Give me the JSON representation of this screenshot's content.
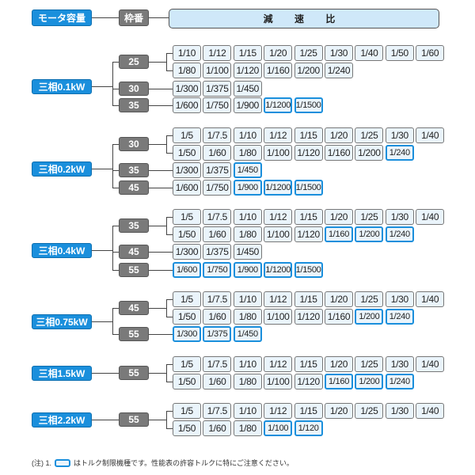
{
  "header": {
    "motor": "モータ容量",
    "frame": "枠番",
    "ratio": "減 速 比"
  },
  "colors": {
    "motor": "#1a8fdc",
    "frame": "#7a7a7a",
    "cell": "#eaf4fb",
    "limited_border": "#1a8fdc",
    "header": "#cfe8f9"
  },
  "groups": [
    {
      "motor": "三相0.1kW",
      "frames": [
        {
          "frame": "25",
          "rows": [
            [
              "1/10",
              "1/12",
              "1/15",
              "1/20",
              "1/25",
              "1/30",
              "1/40",
              "1/50",
              "1/60"
            ],
            [
              "1/80",
              "1/100",
              "1/120",
              "1/160",
              "1/200",
              "1/240"
            ]
          ],
          "limited": []
        },
        {
          "frame": "30",
          "rows": [
            [
              "1/300",
              "1/375",
              "1/450"
            ]
          ],
          "limited": []
        },
        {
          "frame": "35",
          "rows": [
            [
              "1/600",
              "1/750",
              "1/900",
              "1/1200",
              "1/1500"
            ]
          ],
          "limited": [
            "1/1200",
            "1/1500"
          ]
        }
      ]
    },
    {
      "motor": "三相0.2kW",
      "frames": [
        {
          "frame": "30",
          "rows": [
            [
              "1/5",
              "1/7.5",
              "1/10",
              "1/12",
              "1/15",
              "1/20",
              "1/25",
              "1/30",
              "1/40"
            ],
            [
              "1/50",
              "1/60",
              "1/80",
              "1/100",
              "1/120",
              "1/160",
              "1/200",
              "1/240"
            ]
          ],
          "limited": [
            "1/240"
          ]
        },
        {
          "frame": "35",
          "rows": [
            [
              "1/300",
              "1/375",
              "1/450"
            ]
          ],
          "limited": [
            "1/450"
          ]
        },
        {
          "frame": "45",
          "rows": [
            [
              "1/600",
              "1/750",
              "1/900",
              "1/1200",
              "1/1500"
            ]
          ],
          "limited": [
            "1/900",
            "1/1200",
            "1/1500"
          ]
        }
      ]
    },
    {
      "motor": "三相0.4kW",
      "frames": [
        {
          "frame": "35",
          "rows": [
            [
              "1/5",
              "1/7.5",
              "1/10",
              "1/12",
              "1/15",
              "1/20",
              "1/25",
              "1/30",
              "1/40"
            ],
            [
              "1/50",
              "1/60",
              "1/80",
              "1/100",
              "1/120",
              "1/160",
              "1/200",
              "1/240"
            ]
          ],
          "limited": [
            "1/160",
            "1/200",
            "1/240"
          ]
        },
        {
          "frame": "45",
          "rows": [
            [
              "1/300",
              "1/375",
              "1/450"
            ]
          ],
          "limited": []
        },
        {
          "frame": "55",
          "rows": [
            [
              "1/600",
              "1/750",
              "1/900",
              "1/1200",
              "1/1500"
            ]
          ],
          "limited": [
            "1/600",
            "1/750",
            "1/900",
            "1/1200",
            "1/1500"
          ]
        }
      ]
    },
    {
      "motor": "三相0.75kW",
      "frames": [
        {
          "frame": "45",
          "rows": [
            [
              "1/5",
              "1/7.5",
              "1/10",
              "1/12",
              "1/15",
              "1/20",
              "1/25",
              "1/30",
              "1/40"
            ],
            [
              "1/50",
              "1/60",
              "1/80",
              "1/100",
              "1/120",
              "1/160",
              "1/200",
              "1/240"
            ]
          ],
          "limited": [
            "1/200",
            "1/240"
          ]
        },
        {
          "frame": "55",
          "rows": [
            [
              "1/300",
              "1/375",
              "1/450"
            ]
          ],
          "limited": [
            "1/300",
            "1/375",
            "1/450"
          ]
        }
      ]
    },
    {
      "motor": "三相1.5kW",
      "frames": [
        {
          "frame": "55",
          "rows": [
            [
              "1/5",
              "1/7.5",
              "1/10",
              "1/12",
              "1/15",
              "1/20",
              "1/25",
              "1/30",
              "1/40"
            ],
            [
              "1/50",
              "1/60",
              "1/80",
              "1/100",
              "1/120",
              "1/160",
              "1/200",
              "1/240"
            ]
          ],
          "limited": [
            "1/160",
            "1/200",
            "1/240"
          ]
        }
      ]
    },
    {
      "motor": "三相2.2kW",
      "frames": [
        {
          "frame": "55",
          "rows": [
            [
              "1/5",
              "1/7.5",
              "1/10",
              "1/12",
              "1/15",
              "1/20",
              "1/25",
              "1/30",
              "1/40"
            ],
            [
              "1/50",
              "1/60",
              "1/80",
              "1/100",
              "1/120"
            ]
          ],
          "limited": [
            "1/100",
            "1/120"
          ]
        }
      ]
    }
  ],
  "note": {
    "prefix": "(注) 1.",
    "text": "はトルク制限機種です。性能表の許容トルクに特にご注意ください。"
  }
}
